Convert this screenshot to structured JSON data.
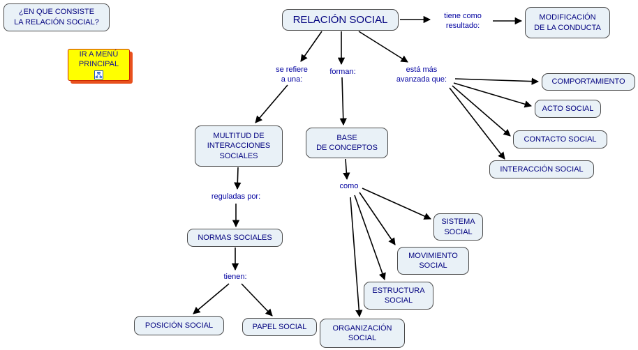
{
  "question_box": {
    "text": "¿EN QUE CONSISTE\nLA RELACIÓN SOCIAL?"
  },
  "menu_button": {
    "text": "IR A MENÚ\nPRINCIPAL"
  },
  "concept_map": {
    "nodes": {
      "relacion_social": {
        "label": "RELACIÓN SOCIAL"
      },
      "modificacion_de_la_conducta": {
        "label": "MODIFICACIÓN\nDE LA CONDUCTA"
      },
      "comportamiento": {
        "label": "COMPORTAMIENTO"
      },
      "acto_social": {
        "label": "ACTO SOCIAL"
      },
      "contacto_social": {
        "label": "CONTACTO SOCIAL"
      },
      "interaccion_social": {
        "label": "INTERACCIÓN SOCIAL"
      },
      "multitud_de_interacciones_sociales": {
        "label": "MULTITUD DE\nINTERACCIONES\nSOCIALES"
      },
      "base_de_conceptos": {
        "label": "BASE\nDE CONCEPTOS"
      },
      "normas_sociales": {
        "label": "NORMAS SOCIALES"
      },
      "posicion_social": {
        "label": "POSICIÓN SOCIAL"
      },
      "papel_social": {
        "label": "PAPEL SOCIAL"
      },
      "sistema_social": {
        "label": "SISTEMA\nSOCIAL"
      },
      "movimiento_social": {
        "label": "MOVIMIENTO\nSOCIAL"
      },
      "estructura_social": {
        "label": "ESTRUCTURA\nSOCIAL"
      },
      "organizacion_social": {
        "label": "ORGANIZACIÓN\nSOCIAL"
      }
    },
    "linking_phrases": {
      "tiene_como_resultado": "tiene como\nresultado:",
      "se_refiere_a_una": "se refiere\na una:",
      "forman": "forman:",
      "esta_mas_avanzada_que": "está más\navanzada que:",
      "reguladas_por": "reguladas por:",
      "tienen": "tienen:",
      "como": "como"
    }
  },
  "colors": {
    "node_fill": "#e9f1f7",
    "node_border": "#4a4a4a",
    "node_text": "#00007f",
    "link_text": "#0000a0",
    "menu_fill": "#ffff00",
    "menu_border": "#cc2200",
    "menu_shadow": "#e8501d",
    "arrow": "#000000"
  }
}
